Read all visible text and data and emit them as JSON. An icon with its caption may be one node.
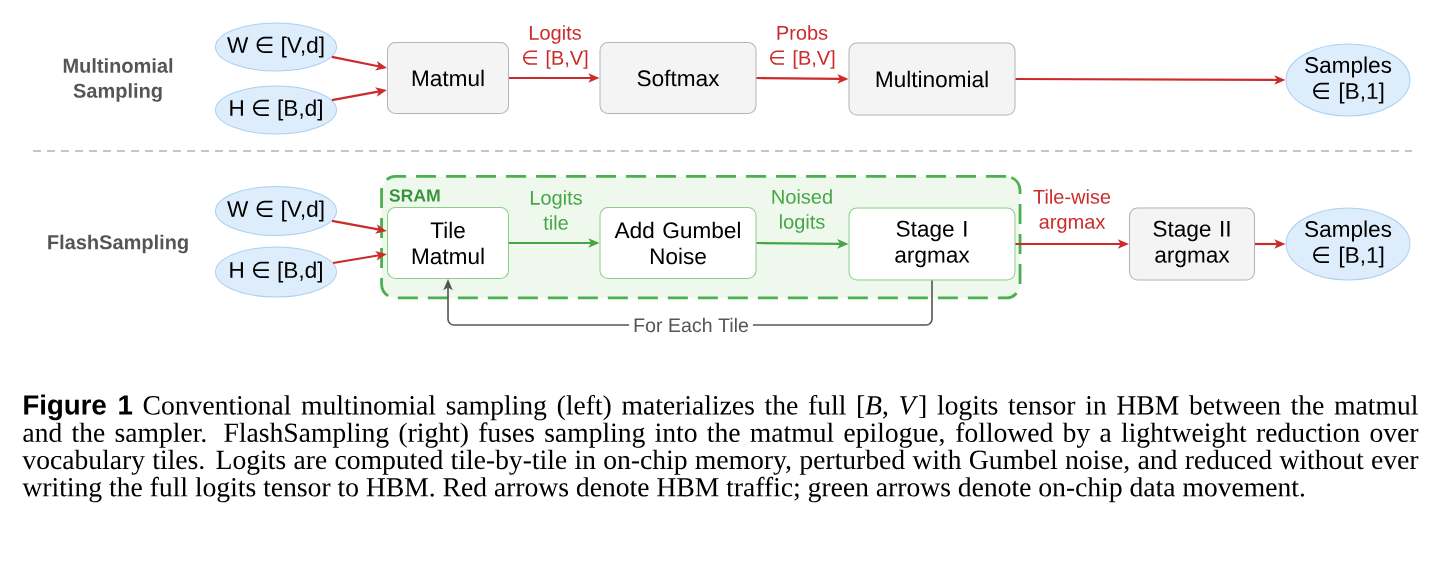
{
  "diagram": {
    "caption": "**Figure 1** Conventional multinomial sampling (left) materializes the full [*B*, *V*] logits tensor in HBM between the matmul and the sampler. FlashSampling (right) fuses sampling into the matmul epilogue, followed by a lightweight reduction over vocabulary tiles. Logits are computed tile-by-tile in on-chip memory, perturbed with Gumbel noise, and reduced without ever writing the full logits tensor to HBM. Red arrows denote HBM traffic; green arrows denote on-chip data movement.",
    "nodes": [
      {
        "text": [
          "W ∈ [V,d]"
        ]
      },
      {
        "text": [
          "H ∈ [B,d]"
        ]
      },
      {
        "text": [
          "Matmul"
        ]
      },
      {
        "text": [
          "Softmax"
        ]
      },
      {
        "text": [
          "Multinomial"
        ]
      },
      {
        "text": [
          "Samples ∈ [B,1]"
        ]
      },
      {
        "text": [
          "W ∈ [V,d]"
        ]
      },
      {
        "text": [
          "H ∈ [B,d]"
        ]
      },
      {
        "text": [
          "SRAM"
        ]
      },
      {
        "text": [
          "Tile Matmul"
        ],
        "in": 8
      },
      {
        "text": [
          "Add Gumbel Noise"
        ],
        "in": 8
      },
      {
        "text": [
          "Stage I argmax"
        ],
        "in": 8
      },
      {
        "text": [
          "Stage II argmax"
        ]
      },
      {
        "text": [
          "Samples ∈ [B,1]"
        ]
      }
    ],
    "edges": [
      {
        "from": 0,
        "to": 2,
        "arrow": "to"
      },
      {
        "from": 1,
        "to": 2,
        "arrow": "to"
      },
      {
        "from": 2,
        "to": 3,
        "arrow": "to",
        "label": "Logits ∈ [B,V]"
      },
      {
        "from": 3,
        "to": 4,
        "arrow": "to",
        "label": "Probs ∈ [B,V]"
      },
      {
        "from": 4,
        "to": 5,
        "arrow": "to"
      },
      {
        "from": 6,
        "to": 9,
        "arrow": "to"
      },
      {
        "from": 7,
        "to": 9,
        "arrow": "to"
      },
      {
        "from": 9,
        "to": 10,
        "arrow": "to",
        "label": "Logits tile",
        "color": "#46a646"
      },
      {
        "from": 10,
        "to": 11,
        "arrow": "to",
        "label": "Noised logits",
        "color": "#46a646"
      },
      {
        "from": 11,
        "to": 12,
        "arrow": "to",
        "label": "Tile-wise argmax"
      },
      {
        "from": 12,
        "to": 13,
        "arrow": "to"
      },
      {
        "from": 11,
        "to": 9,
        "arrow": "to",
        "label": "For Each Tile",
        "color": "#555555"
      }
    ],
    "labels": [
      "Multinomial Sampling",
      "FlashSampling"
    ]
  }
}
